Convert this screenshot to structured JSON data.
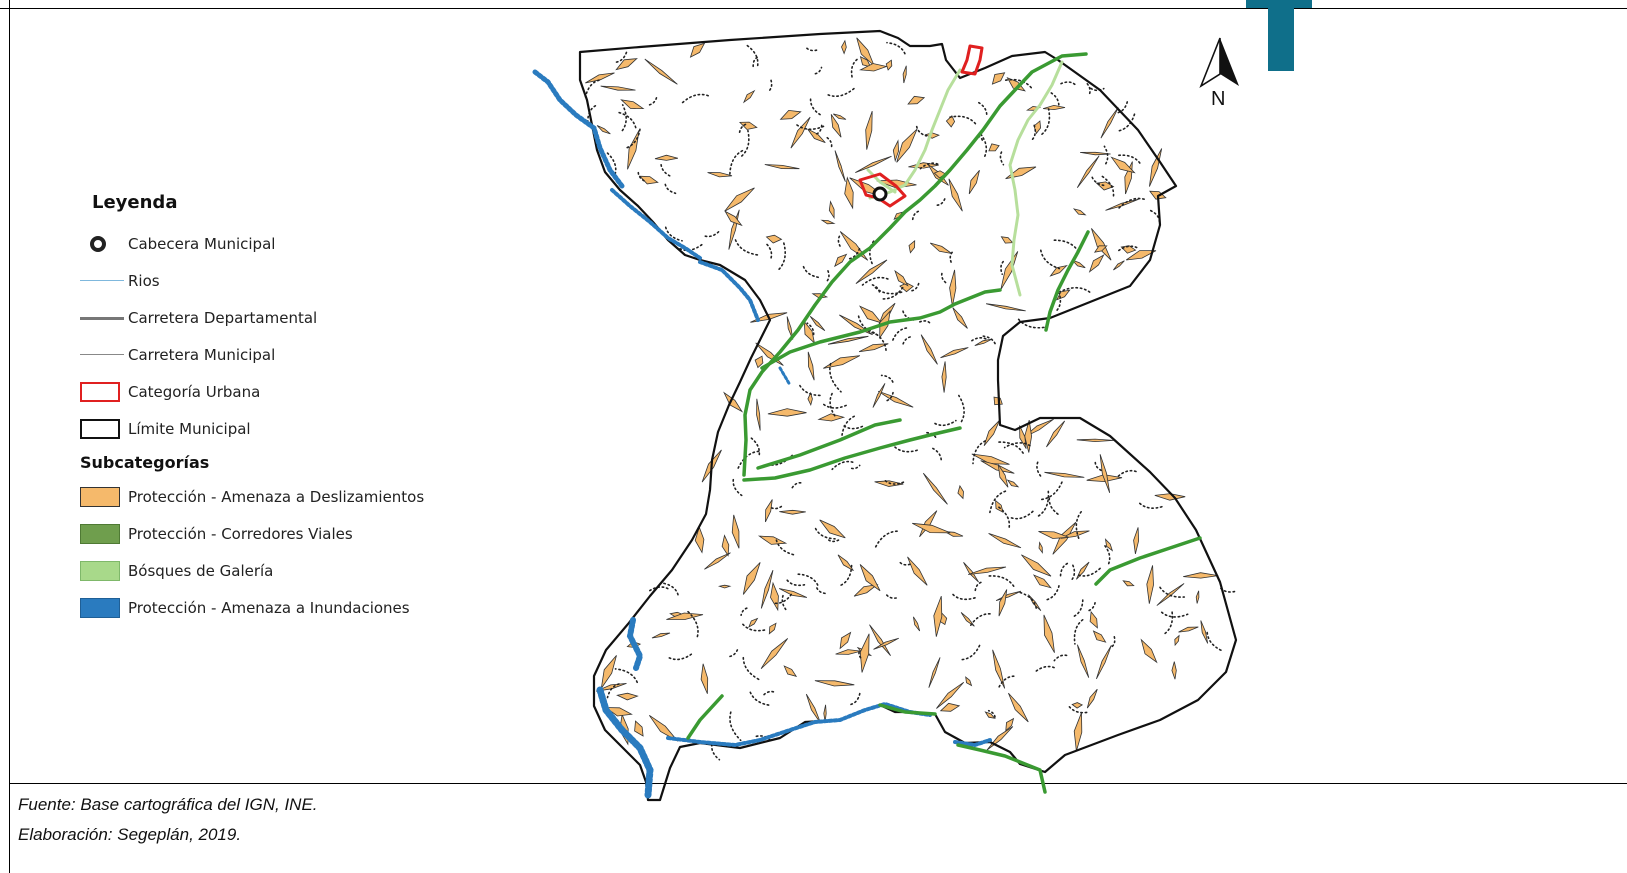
{
  "north_arrow": {
    "letter": "N"
  },
  "legend": {
    "title": "Leyenda",
    "subcategories_title": "Subcategorías",
    "items": [
      {
        "label": "Cabecera Municipal",
        "symbol": "point",
        "color": "#222222"
      },
      {
        "label": "Rios",
        "symbol": "thin-line",
        "color": "#7fb8dd"
      },
      {
        "label": "Carretera Departamental",
        "symbol": "thick-line",
        "color": "#777777"
      },
      {
        "label": "Carretera Municipal",
        "symbol": "thin-line",
        "color": "#888888"
      },
      {
        "label": "Categoría Urbana",
        "symbol": "outline",
        "color": "#e02020"
      },
      {
        "label": "Límite Municipal",
        "symbol": "outline",
        "color": "#111111"
      }
    ],
    "subcategories": [
      {
        "label": "Protección - Amenaza a Deslizamientos",
        "color": "#f5b96b"
      },
      {
        "label": "Protección - Corredores Viales",
        "color": "#6f9e4d"
      },
      {
        "label": "Bósques de Galería",
        "color": "#a8d98a"
      },
      {
        "label": "Protección - Amenaza a Inundaciones",
        "color": "#2a7bbf"
      }
    ]
  },
  "colors": {
    "boundary": "#111111",
    "landslide": "#f5b96b",
    "road_corridor": "#3a9a32",
    "gallery_forest": "#b7df9c",
    "flood": "#2a7bbf",
    "urban": "#e02020",
    "logo": "#0f6f8a"
  },
  "caption": {
    "source": "Fuente: Base cartográfica del IGN, INE.",
    "credit": "Elaboración: Segeplán, 2019."
  }
}
